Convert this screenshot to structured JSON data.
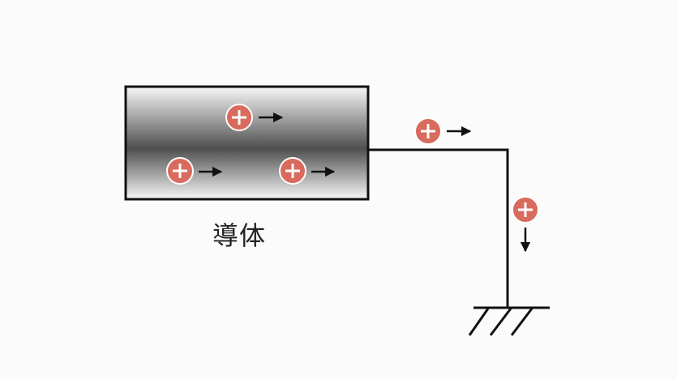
{
  "conductor": {
    "label": "導体"
  },
  "charges": {
    "sign": "+",
    "color": "#d86a5e",
    "items": [
      {
        "id": "conductor-top",
        "direction": "right"
      },
      {
        "id": "conductor-bottom-left",
        "direction": "right"
      },
      {
        "id": "conductor-bottom-right",
        "direction": "right"
      },
      {
        "id": "wire-horizontal",
        "direction": "right"
      },
      {
        "id": "wire-vertical",
        "direction": "down"
      }
    ]
  },
  "ground": {
    "icon": "ground-icon"
  }
}
